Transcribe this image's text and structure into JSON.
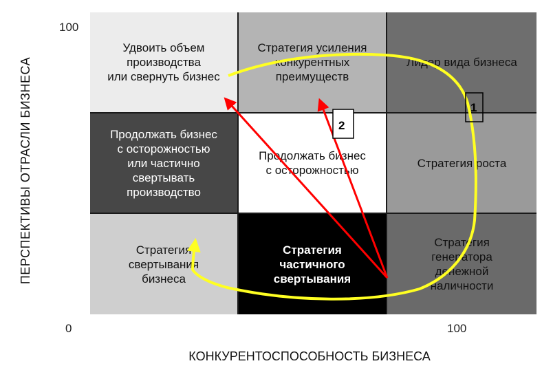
{
  "axes": {
    "y_label": "ПЕРСПЕКТИВЫ ОТРАСЛИ БИЗНЕСА",
    "x_label": "КОНКУРЕНТОСПОСОБНОСТЬ БИЗНЕСА",
    "y_max": "100",
    "origin": "0",
    "x_max": "100"
  },
  "matrix": {
    "cells": [
      {
        "label": "Удвоить объем\nпроизводства\nили свернуть бизнес",
        "fill": "#ececec",
        "text_color": "#111111",
        "bold": false
      },
      {
        "label": "Стратегия усиления\nконкурентных\nпреимуществ",
        "fill": "#b4b4b4",
        "text_color": "#111111",
        "bold": false
      },
      {
        "label": "Лидер вида бизнеса",
        "fill": "#6e6e6e",
        "text_color": "#111111",
        "bold": false
      },
      {
        "label": "Продолжать бизнес\nс осторожностью\nили частично\nсвертывать\nпроизводство",
        "fill": "#474747",
        "text_color": "#ffffff",
        "bold": false
      },
      {
        "label": "Продолжать бизнес\nс осторожностью",
        "fill": "#ffffff",
        "text_color": "#111111",
        "bold": false
      },
      {
        "label": "Стратегия роста",
        "fill": "#9a9a9a",
        "text_color": "#111111",
        "bold": false
      },
      {
        "label": "Стратегия\nсвертывания\nбизнеса",
        "fill": "#cfcfcf",
        "text_color": "#111111",
        "bold": false
      },
      {
        "label": "Стратегия\nчастичного\nсвертывания",
        "fill": "#000000",
        "text_color": "#ffffff",
        "bold": true
      },
      {
        "label": "Стратегия\nгенератора\nденежной\nналичности",
        "fill": "#6a6a6a",
        "text_color": "#111111",
        "bold": false
      }
    ]
  },
  "paths": {
    "path_1_label": "1",
    "path_2_label": "2",
    "yellow": "#ffff22",
    "red": "#ff0000"
  }
}
